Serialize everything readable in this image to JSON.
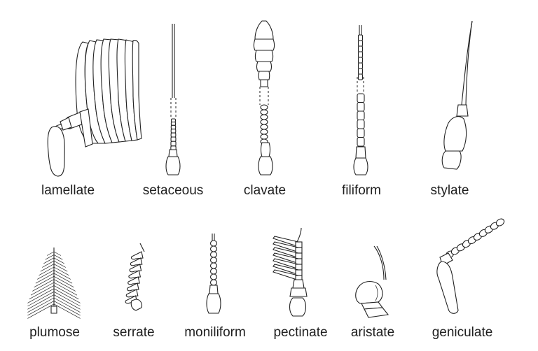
{
  "figure": {
    "row1": [
      {
        "key": "lamellate",
        "label": "lamellate"
      },
      {
        "key": "setaceous",
        "label": "setaceous"
      },
      {
        "key": "clavate",
        "label": "clavate"
      },
      {
        "key": "filiform",
        "label": "filiform"
      },
      {
        "key": "stylate",
        "label": "stylate"
      }
    ],
    "row2": [
      {
        "key": "plumose",
        "label": "plumose"
      },
      {
        "key": "serrate",
        "label": "serrate"
      },
      {
        "key": "moniliform",
        "label": "moniliform"
      },
      {
        "key": "pectinate",
        "label": "pectinate"
      },
      {
        "key": "aristate",
        "label": "aristate"
      },
      {
        "key": "geniculate",
        "label": "geniculate"
      }
    ]
  }
}
